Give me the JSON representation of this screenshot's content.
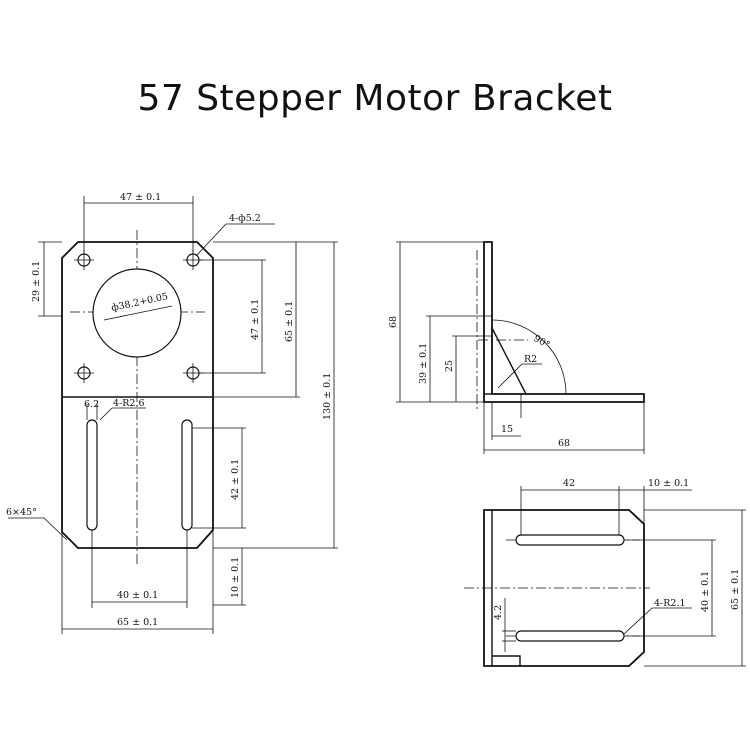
{
  "title": "57 Stepper Motor Bracket",
  "front_view": {
    "dim_top_width": "47 ± 0.1",
    "hole_callout": "4-ф5.2",
    "dim_left_hole_height": "29 ± 0.1",
    "bore_diameter": "ф38.2+0.05",
    "dim_bore_hole_spacing": "47 ± 0.1",
    "dim_upper_height": "65 ± 0.1",
    "dim_total_height": "130 ± 0.1",
    "dim_slot_offset": "6.2",
    "slot_callout": "4-R2.6",
    "dim_slot_length": "42 ± 0.1",
    "chamfer": "6×45°",
    "dim_slot_spacing": "40 ± 0.1",
    "dim_bottom_width": "65 ± 0.1",
    "dim_bottom_edge": "10 ± 0.1"
  },
  "side_view": {
    "dim_height": "68",
    "dim_gusset_height": "39 ± 0.1",
    "dim_25": "25",
    "angle": "90°",
    "radius": "R2",
    "dim_15": "15",
    "dim_base": "68"
  },
  "bottom_view": {
    "dim_slot_length": "42",
    "dim_edge": "10 ± 0.1",
    "dim_slot_spacing": "40 ± 0.1",
    "dim_width": "65 ± 0.1",
    "dim_slot_width": "4.2",
    "slot_callout": "4-R2.1"
  }
}
